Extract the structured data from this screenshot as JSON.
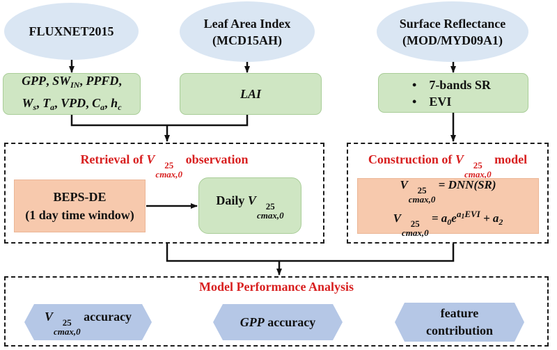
{
  "sources": {
    "fluxnet": {
      "line1": "FLUXNET2015"
    },
    "lai": {
      "line1": "Leaf Area Index",
      "line2": "(MCD15AH)"
    },
    "sr": {
      "line1": "Surface Reflectance",
      "line2": "(MOD/MYD09A1)"
    }
  },
  "inputs": {
    "flux_vars": {
      "gpp": "GPP",
      "sw": "SW",
      "sw_sub": "IN",
      "ppfd": "PPFD",
      "ws": "W",
      "ws_sub": "s",
      "ta": "T",
      "ta_sub": "a",
      "vpd": "VPD",
      "ca": "C",
      "ca_sub": "a",
      "hc": "h",
      "hc_sub": "c",
      "comma": ","
    },
    "lai_var": "LAI",
    "sr_list": {
      "bullet": "•",
      "item1": "7-bands SR",
      "item2": "EVI"
    }
  },
  "vcmax": {
    "base": "V",
    "sup": "25",
    "sub": "cmax,0"
  },
  "retrieval": {
    "title_pre": "Retrieval of ",
    "title_post": " observation",
    "beps_line1": "BEPS-DE",
    "beps_line2": "(1 day time window)",
    "daily_pre": "Daily "
  },
  "construction": {
    "title_pre": "Construction of ",
    "title_post": " model",
    "eq1_rhs": " = DNN(SR)",
    "eq2_mid": " = a",
    "a0": "0",
    "e": "e",
    "exp_a": "a",
    "exp_a_sub": "1",
    "exp_evi": "EVI",
    "plus": " + a",
    "a2": "2"
  },
  "analysis": {
    "title": "Model Performance Analysis",
    "hex1_post": " accuracy",
    "hex2_pre": "GPP",
    "hex2_post": " accuracy",
    "hex3_line1": "feature",
    "hex3_line2": "contribution"
  },
  "colors": {
    "ellipse": "#dae6f3",
    "green_box": "#cfe6c3",
    "orange_box": "#f7c9ad",
    "hexagon": "#b5c7e6",
    "title_red": "#d81f1f"
  }
}
